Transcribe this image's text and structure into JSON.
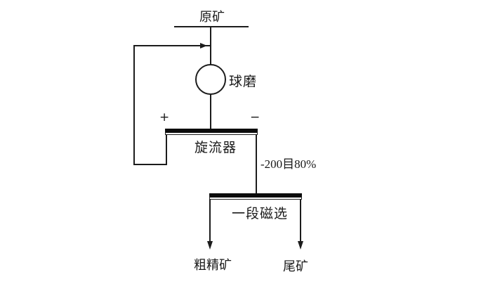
{
  "diagram": {
    "type": "process-flowsheet",
    "labels": {
      "raw_ore": "原矿",
      "ball_mill": "球磨",
      "cyclone": "旋流器",
      "cyclone_underflow_sign": "+",
      "cyclone_overflow_sign": "−",
      "overflow_fineness": "-200目80%",
      "magnetic_separation": "一段磁选",
      "coarse_concentrate": "粗精矿",
      "tailings": "尾矿"
    },
    "colors": {
      "line": "#1c1c1c",
      "text": "#1a1a1a",
      "background": "#ffffff"
    },
    "flow": [
      "raw_ore -> ball_mill",
      "ball_mill -> cyclone",
      "cyclone(+) -> ball_mill (recycle)",
      "cyclone(-) -> magnetic_separation (-200目80%)",
      "magnetic_separation -> coarse_concentrate",
      "magnetic_separation -> tailings"
    ]
  }
}
